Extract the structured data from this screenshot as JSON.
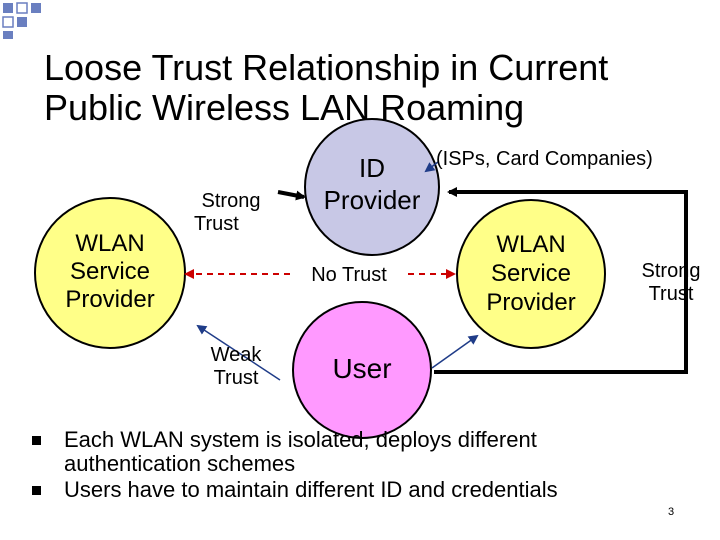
{
  "title": {
    "line1": "Loose Trust Relationship in Current",
    "line2": "Public Wireless LAN Roaming"
  },
  "nodes": {
    "wlan_left": {
      "line1": "WLAN",
      "line2": "Service",
      "line3": "Provider",
      "fill": "#ffff88"
    },
    "id_provider": {
      "line1": "ID",
      "line2": "Provider",
      "fill": "#c8c8e6"
    },
    "wlan_right": {
      "line1": "WLAN",
      "line2": "Service",
      "line3": "Provider",
      "fill": "#ffff88"
    },
    "user": {
      "label": "User",
      "fill": "#ff99ff"
    }
  },
  "labels": {
    "strong_trust_left": {
      "line1": "Strong",
      "line2": "Trust"
    },
    "no_trust": "No Trust",
    "weak_trust": {
      "line1": "Weak",
      "line2": "Trust"
    },
    "isps": "(ISPs, Card Companies)",
    "strong_trust_right": {
      "line1": "Strong",
      "line2": "Trust"
    }
  },
  "bullets": [
    {
      "line1": "Each WLAN system is isolated, deploys different",
      "line2": "authentication schemes"
    },
    {
      "line1": "Users have to maintain different ID and credentials"
    }
  ],
  "page_number": "3",
  "colors": {
    "arrow_dark": "#000000",
    "arrow_red": "#cc0000",
    "arrow_blue": "#1f3c88",
    "deco_blue": "#6a7fc0"
  }
}
